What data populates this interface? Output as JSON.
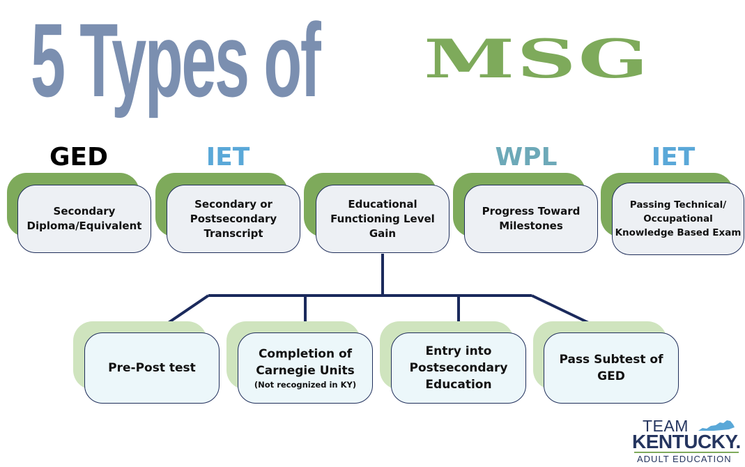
{
  "title": {
    "main": "5 Types of",
    "accent": "MSG"
  },
  "colors": {
    "title": "#7b8fb0",
    "accent_green": "#7eaa5b",
    "light_green": "#cfe4be",
    "connector": "#1b2a5c",
    "light_blue_text": "#5aa8d8",
    "teal_text": "#6da9b8"
  },
  "categories": [
    {
      "tag": "GED",
      "lines": [
        "Secondary",
        "Diploma/Equivalent"
      ]
    },
    {
      "tag": "IET",
      "lines": [
        "Secondary or",
        "Postsecondary",
        "Transcript"
      ]
    },
    {
      "tag": "",
      "lines": [
        "Educational",
        "Functioning Level",
        "Gain"
      ]
    },
    {
      "tag": "WPL",
      "lines": [
        "Progress Toward",
        "Milestones"
      ]
    },
    {
      "tag": "IET",
      "lines": [
        "Passing Technical/",
        "Occupational",
        "Knowledge Based Exam"
      ]
    }
  ],
  "efl_methods": [
    {
      "lines": [
        "Pre-Post test"
      ],
      "note": ""
    },
    {
      "lines": [
        "Completion of",
        "Carnegie Units"
      ],
      "note": "(Not recognized in KY)"
    },
    {
      "lines": [
        "Entry into",
        "Postsecondary",
        "Education"
      ],
      "note": ""
    },
    {
      "lines": [
        "Pass Subtest of",
        "GED"
      ],
      "note": ""
    }
  ],
  "logo": {
    "line1": "TEAM",
    "line2": "KENTUCKY.",
    "line3": "ADULT EDUCATION"
  }
}
